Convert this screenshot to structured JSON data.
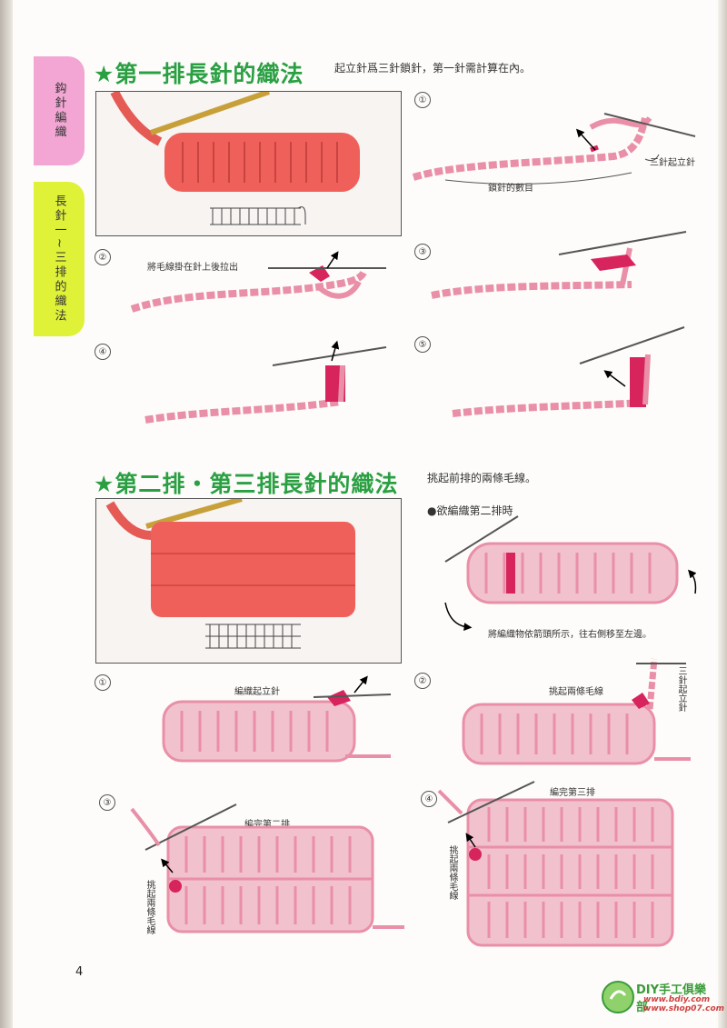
{
  "side_tabs": {
    "tab1": "鈎針編織",
    "tab2": "長針一~三排的織法"
  },
  "section1": {
    "title": "第一排長針的織法",
    "note": "起立針爲三針鎖針，第一針需計算在內。",
    "steps": [
      "①",
      "②",
      "③",
      "④",
      "⑤"
    ],
    "labels": {
      "three_turn": "三針起立針",
      "chain_count": "鎖針的數目",
      "yarn_over": "將毛線掛在針上後拉出"
    }
  },
  "section2": {
    "title": "第二排・第三排長針的織法",
    "note": "挑起前排的兩條毛線。",
    "bullet": "●欲編織第二排時",
    "turn_note": "將編織物依箭頭所示，往右側移至左邊。",
    "steps": [
      "①",
      "②",
      "③",
      "④"
    ],
    "labels": {
      "turn_chain": "編織起立針",
      "pick_two": "挑起兩條毛線",
      "three_turn_v": "三針起立針",
      "done_row2": "編完第二排",
      "pick_two_v": "挑起兩條毛線",
      "done_row3": "編完第三排",
      "pick_two_v2": "挑起兩條毛線"
    }
  },
  "page_number": "4",
  "logo": {
    "main": "DIY手工俱樂部",
    "url1": "www.bdiy.com",
    "url2": "www.shop07.com"
  },
  "colors": {
    "title_green": "#2aa043",
    "tab_pink": "#f3a6d3",
    "tab_yellow": "#dff238",
    "yarn_pink": "#e98fa8",
    "yarn_magenta": "#d7245d",
    "photo_red": "#f0605a"
  }
}
